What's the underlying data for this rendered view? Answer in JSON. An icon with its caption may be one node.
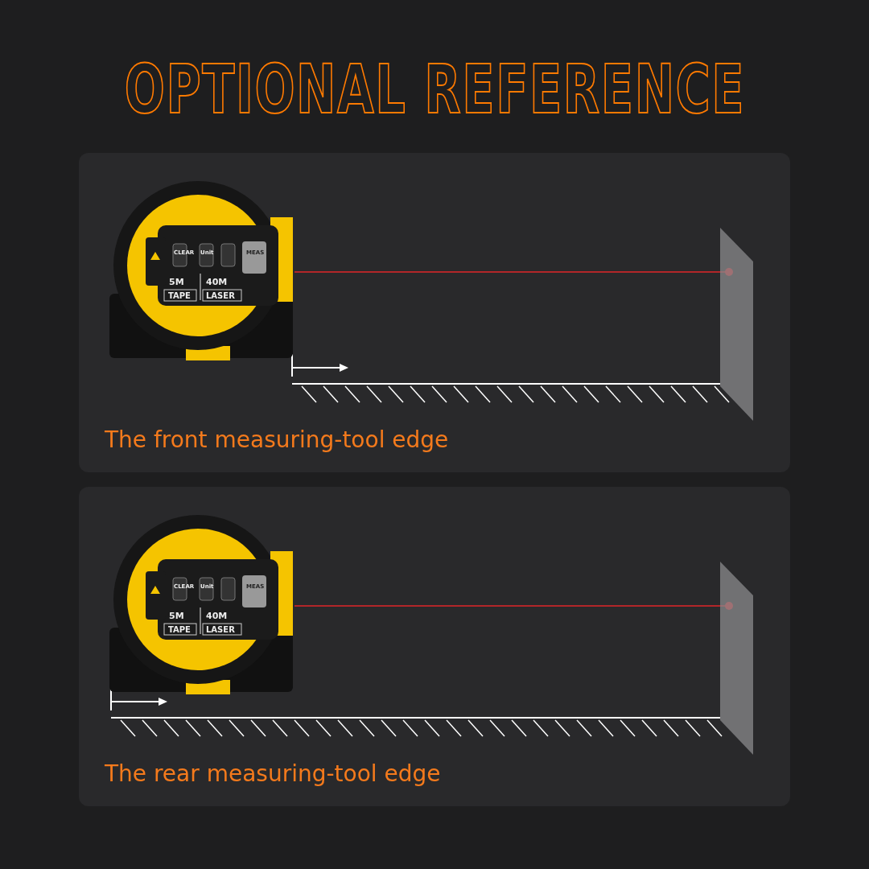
{
  "diagram": {
    "title": "OPTIONAL REFERENCE",
    "labels": [
      "CLEAR",
      "Unit",
      "MEAS",
      "5M",
      "40M",
      "TAPE",
      "LASER",
      "The front measuring-tool edge",
      "CLEAR",
      "Unit",
      "MEAS",
      "5M",
      "40M",
      "TAPE",
      "LASER",
      "The rear measuring-tool edge"
    ]
  }
}
